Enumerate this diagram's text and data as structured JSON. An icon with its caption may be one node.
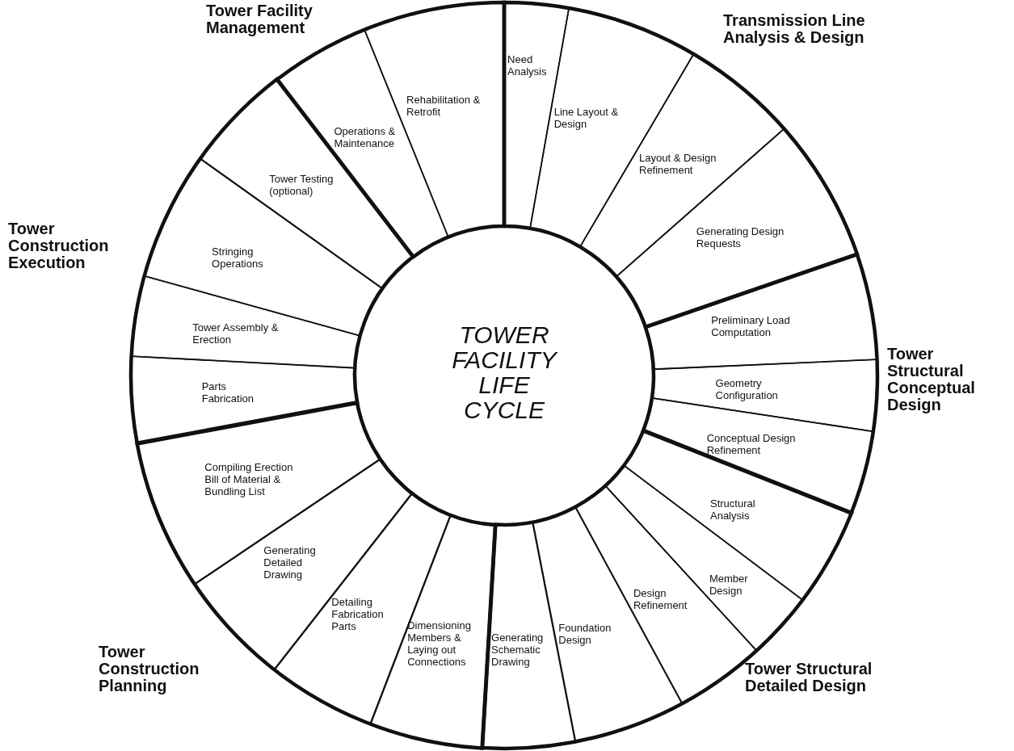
{
  "diagram": {
    "nodes": [
      {
        "text": [
          "TOWER FACILITY LIFE CYCLE"
        ]
      },
      {
        "text": [
          "Transmission Line Analysis & Design"
        ]
      },
      {
        "text": [
          "Need Analysis"
        ],
        "in": 1
      },
      {
        "text": [
          "Line Layout & Design"
        ],
        "in": 1
      },
      {
        "text": [
          "Layout & Design Refinement"
        ],
        "in": 1
      },
      {
        "text": [
          "Generating Design Requests"
        ],
        "in": 1
      },
      {
        "text": [
          "Tower Structural Conceptual Design"
        ]
      },
      {
        "text": [
          "Preliminary Load Computation"
        ],
        "in": 6
      },
      {
        "text": [
          "Geometry Configuration"
        ],
        "in": 6
      },
      {
        "text": [
          "Conceptual Design Refinement"
        ],
        "in": 6
      },
      {
        "text": [
          "Tower Structural Detailed Design"
        ]
      },
      {
        "text": [
          "Structural Analysis"
        ],
        "in": 10
      },
      {
        "text": [
          "Member Design"
        ],
        "in": 10
      },
      {
        "text": [
          "Design Refinement"
        ],
        "in": 10
      },
      {
        "text": [
          "Foundation Design"
        ],
        "in": 10
      },
      {
        "text": [
          "Generating Schematic Drawing"
        ],
        "in": 10
      },
      {
        "text": [
          "Tower Construction Planning"
        ]
      },
      {
        "text": [
          "Dimensioning Members & Laying out Connections"
        ],
        "in": 16
      },
      {
        "text": [
          "Detailing Fabrication Parts"
        ],
        "in": 16
      },
      {
        "text": [
          "Generating Detailed Drawing"
        ],
        "in": 16
      },
      {
        "text": [
          "Compiling Erection Bill of Material & Bundling List"
        ],
        "in": 16
      },
      {
        "text": [
          "Tower Construction Execution"
        ]
      },
      {
        "text": [
          "Parts Fabrication"
        ],
        "in": 21
      },
      {
        "text": [
          "Tower Assembly & Erection"
        ],
        "in": 21
      },
      {
        "text": [
          "Stringing Operations"
        ],
        "in": 21
      },
      {
        "text": [
          "Tower Testing (optional)"
        ],
        "in": 21
      },
      {
        "text": [
          "Tower Facility Management"
        ]
      },
      {
        "text": [
          "Operations & Maintenance"
        ],
        "in": 26
      },
      {
        "text": [
          "Rehabilitation & Retrofit"
        ],
        "in": 26
      }
    ]
  }
}
